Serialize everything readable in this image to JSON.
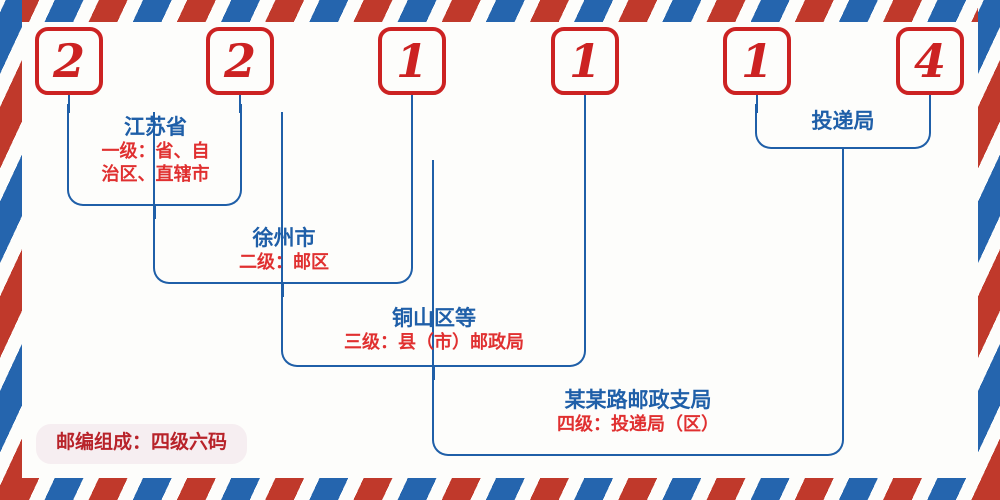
{
  "postcode": {
    "value": "221114",
    "digits": [
      {
        "id": "digit-1",
        "char": "2"
      },
      {
        "id": "digit-2",
        "char": "2"
      },
      {
        "id": "digit-3",
        "char": "1"
      },
      {
        "id": "digit-4",
        "char": "1"
      },
      {
        "id": "digit-5",
        "char": "1"
      },
      {
        "id": "digit-6",
        "char": "4"
      }
    ]
  },
  "levels": [
    {
      "key": "level1",
      "title": "江苏省",
      "subtitle_line1": "一级：省、自",
      "subtitle_line2": "治区、直辖市"
    },
    {
      "key": "level2",
      "title": "徐州市",
      "subtitle_line1": "二级：邮区",
      "subtitle_line2": ""
    },
    {
      "key": "level3",
      "title": "铜山区等",
      "subtitle_line1": "三级：县（市）邮政局",
      "subtitle_line2": ""
    },
    {
      "key": "level4",
      "title": "某某路邮政支局",
      "subtitle_line1": "四级：投递局（区）",
      "subtitle_line2": ""
    }
  ],
  "delivery_office": {
    "label": "投递局"
  },
  "legend": {
    "text": "邮编组成：四级六码"
  },
  "colors": {
    "red": "#cc2222",
    "red_text": "#e03030",
    "blue": "#1f5fa8",
    "blue_stripe": "#2565ae",
    "red_stripe": "#c0392b",
    "paper": "#fdfdfb",
    "badge_bg": "#f6eef1",
    "badge_text": "#b8232a"
  }
}
